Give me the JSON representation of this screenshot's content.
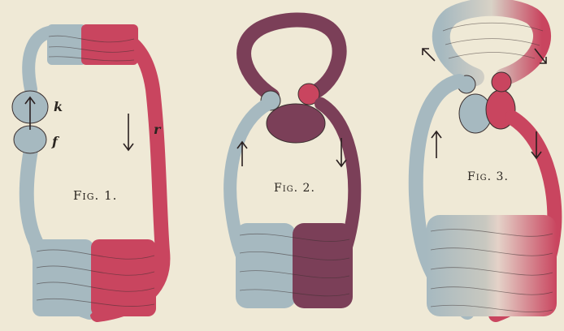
{
  "figures": [
    {
      "caption": "Fig. 1.",
      "labels": [
        "k",
        "f",
        "r"
      ]
    },
    {
      "caption": "Fig. 2."
    },
    {
      "caption": "Fig. 3."
    }
  ],
  "colors": {
    "background": "#efe9d6",
    "venous_blue": "#a6b9c0",
    "arterial_red": "#c9455f",
    "mixed_purple": "#7b3f58",
    "outline": "#3a2f2f"
  }
}
